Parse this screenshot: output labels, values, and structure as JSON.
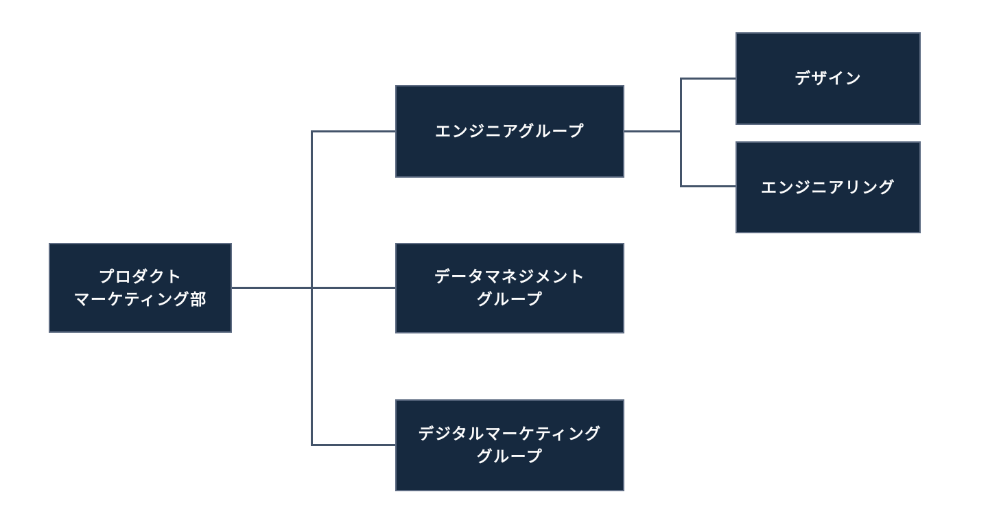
{
  "chart": {
    "type": "org-chart",
    "orientation": "left-to-right",
    "colors": {
      "background": "#ffffff",
      "node_fill": "#16293f",
      "node_border": "#5d6b82",
      "node_text": "#fdfdfd",
      "connector": "#44546a"
    },
    "nodes": [
      {
        "id": "product-marketing-dept",
        "label": "プロダクト\nマーケティング部",
        "level": 1
      },
      {
        "id": "engineer-group",
        "label": "エンジニアグループ",
        "level": 2
      },
      {
        "id": "data-management-group",
        "label": "データマネジメント\nグループ",
        "level": 2
      },
      {
        "id": "digital-marketing-group",
        "label": "デジタルマーケティング\nグループ",
        "level": 2
      },
      {
        "id": "design",
        "label": "デザイン",
        "level": 3
      },
      {
        "id": "engineering",
        "label": "エンジニアリング",
        "level": 3
      }
    ],
    "edges": [
      {
        "from": "product-marketing-dept",
        "to": "engineer-group"
      },
      {
        "from": "product-marketing-dept",
        "to": "data-management-group"
      },
      {
        "from": "product-marketing-dept",
        "to": "digital-marketing-group"
      },
      {
        "from": "engineer-group",
        "to": "design"
      },
      {
        "from": "engineer-group",
        "to": "engineering"
      }
    ]
  }
}
